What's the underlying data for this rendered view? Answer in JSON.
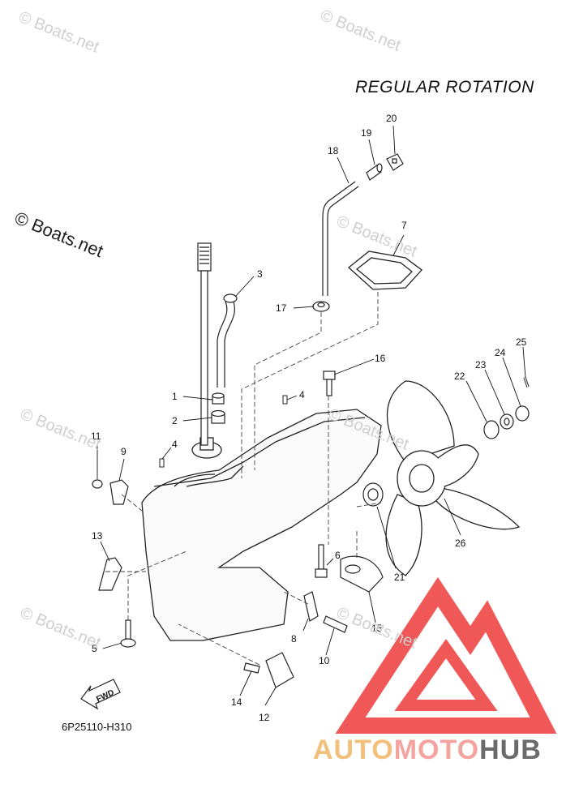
{
  "title": "REGULAR ROTATION",
  "diagram_code": "6P25110-H310",
  "watermark": "© Boats.net",
  "fwd_label": "FWD",
  "brand": {
    "part1": "AUTO",
    "part2": "MOTO",
    "part3": "HUB"
  },
  "colors": {
    "logo_red": "#ee3b3b",
    "brand_yellow": "#f2c07a",
    "brand_pink": "#f4a4a0",
    "brand_gray": "#6b6b6b"
  },
  "callouts": [
    {
      "id": "c1",
      "label": "1"
    },
    {
      "id": "c2",
      "label": "2"
    },
    {
      "id": "c3",
      "label": "3"
    },
    {
      "id": "c4a",
      "label": "4"
    },
    {
      "id": "c4b",
      "label": "4"
    },
    {
      "id": "c5",
      "label": "5"
    },
    {
      "id": "c6",
      "label": "6"
    },
    {
      "id": "c7",
      "label": "7"
    },
    {
      "id": "c8",
      "label": "8"
    },
    {
      "id": "c9",
      "label": "9"
    },
    {
      "id": "c10",
      "label": "10"
    },
    {
      "id": "c11",
      "label": "11"
    },
    {
      "id": "c12",
      "label": "12"
    },
    {
      "id": "c13",
      "label": "13"
    },
    {
      "id": "c14",
      "label": "14"
    },
    {
      "id": "c15",
      "label": "15"
    },
    {
      "id": "c16",
      "label": "16"
    },
    {
      "id": "c17",
      "label": "17"
    },
    {
      "id": "c18",
      "label": "18"
    },
    {
      "id": "c19",
      "label": "19"
    },
    {
      "id": "c20",
      "label": "20"
    },
    {
      "id": "c21",
      "label": "21"
    },
    {
      "id": "c22",
      "label": "22"
    },
    {
      "id": "c23",
      "label": "23"
    },
    {
      "id": "c24",
      "label": "24"
    },
    {
      "id": "c25",
      "label": "25"
    },
    {
      "id": "c26",
      "label": "26"
    }
  ]
}
